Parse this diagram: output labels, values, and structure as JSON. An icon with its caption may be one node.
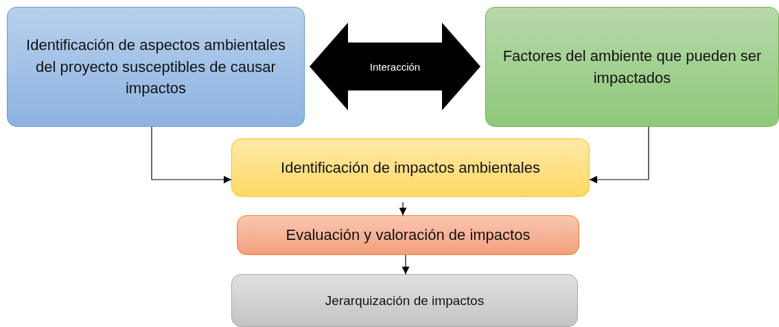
{
  "diagram": {
    "nodes": [
      {
        "text": [
          "Identificación de aspectos ambientales del proyecto susceptibles de causar impactos"
        ]
      },
      {
        "text": [
          "Factores del ambiente que pueden ser impactados"
        ]
      },
      {
        "text": [
          "Identificación de impactos ambientales"
        ]
      },
      {
        "text": [
          "Evaluación y valoración de impactos"
        ]
      },
      {
        "text": [
          "Jerarquización de impactos"
        ]
      }
    ],
    "edges": [
      {
        "from": 0,
        "to": 1,
        "arrow": "both",
        "label": "Interacción",
        "style": "thick"
      },
      {
        "from": 0,
        "to": 2,
        "arrow": "to"
      },
      {
        "from": 1,
        "to": 2,
        "arrow": "to"
      },
      {
        "from": 2,
        "to": 3,
        "arrow": "to"
      },
      {
        "from": 3,
        "to": 4,
        "arrow": "to"
      }
    ]
  }
}
